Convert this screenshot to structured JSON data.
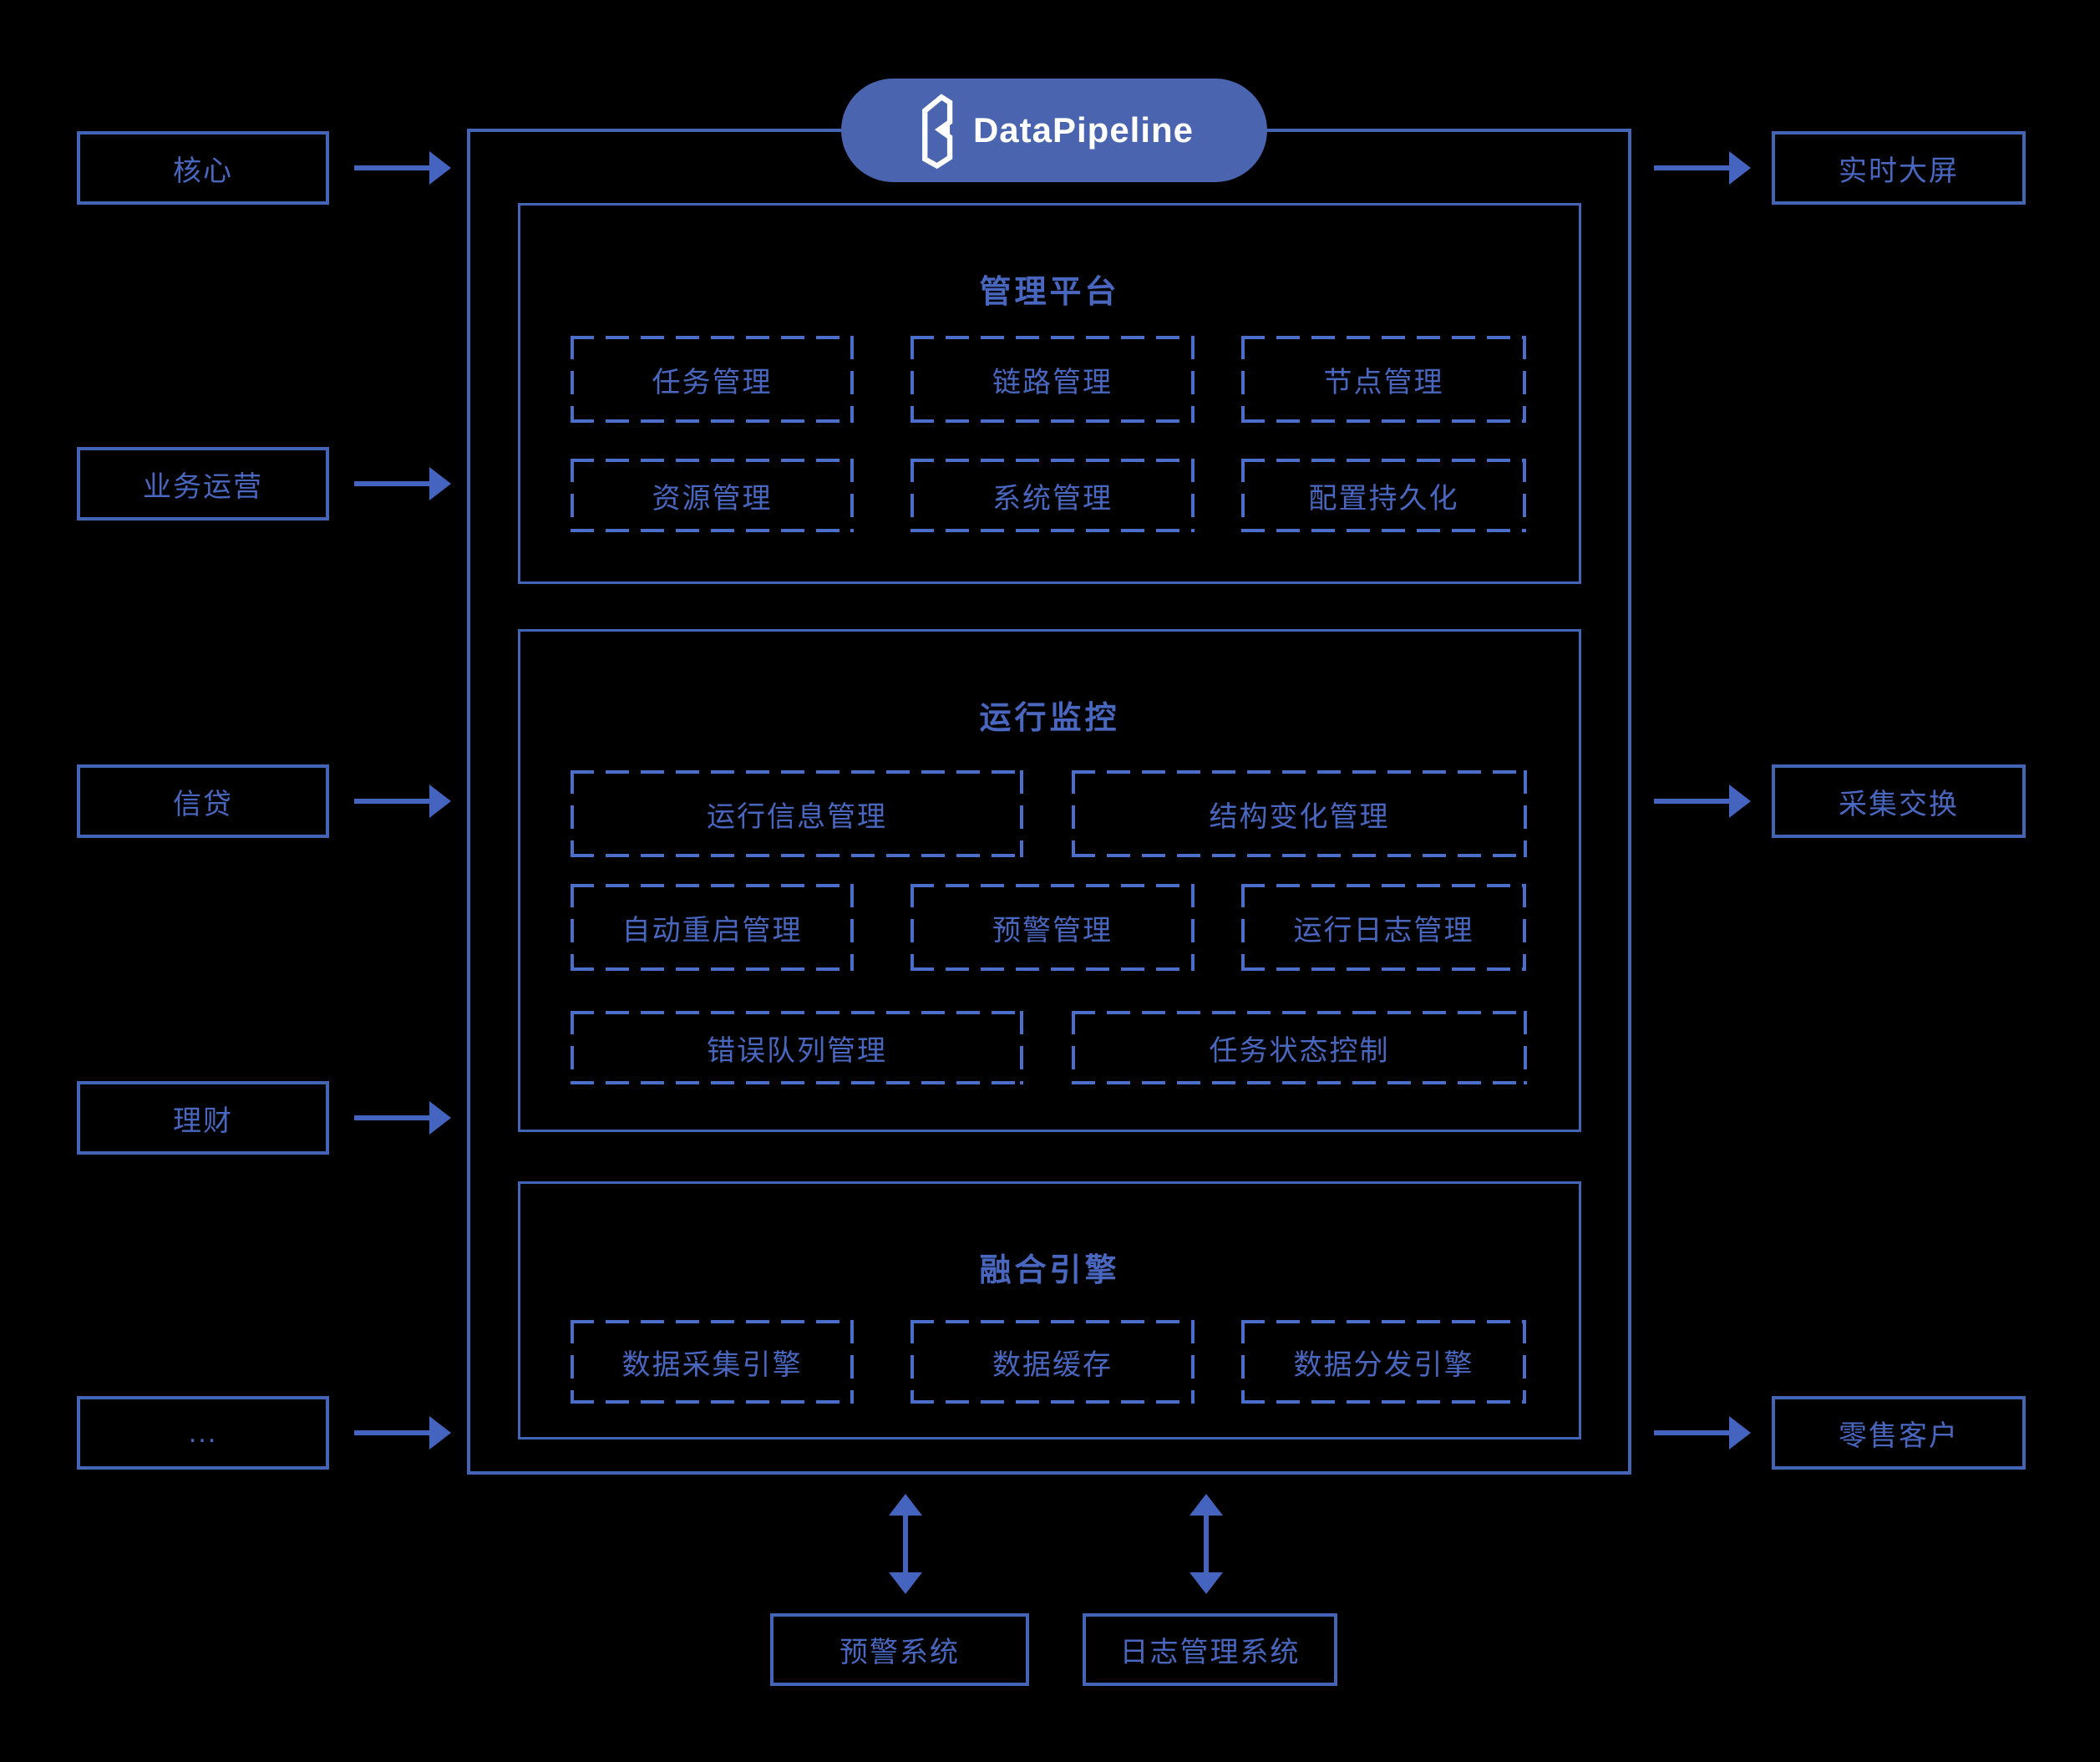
{
  "brand": {
    "name": "DataPipeline"
  },
  "left_channels": [
    {
      "label": "核心"
    },
    {
      "label": "业务运营"
    },
    {
      "label": "信贷"
    },
    {
      "label": "理财"
    },
    {
      "label": "..."
    }
  ],
  "right_channels": [
    {
      "label": "实时大屏"
    },
    {
      "label": "采集交换"
    },
    {
      "label": "零售客户"
    }
  ],
  "sections": [
    {
      "title": "管理平台",
      "modules": [
        "任务管理",
        "链路管理",
        "节点管理",
        "资源管理",
        "系统管理",
        "配置持久化"
      ]
    },
    {
      "title": "运行监控",
      "modules": [
        "运行信息管理",
        "结构变化管理",
        "自动重启管理",
        "预警管理",
        "运行日志管理",
        "错误队列管理",
        "任务状态控制"
      ]
    },
    {
      "title": "融合引擎",
      "modules": [
        "数据采集引擎",
        "数据缓存",
        "数据分发引擎"
      ]
    }
  ],
  "external_systems": [
    {
      "label": "预警系统"
    },
    {
      "label": "日志管理系统"
    }
  ],
  "colors": {
    "background": "#000000",
    "solid_border": "#4464b6",
    "dashed_border": "#4c6ecb",
    "text": "#4a67c0",
    "arrow": "#4464c0",
    "brand_pill": "#4a64af",
    "brand_text": "#ffffff"
  }
}
